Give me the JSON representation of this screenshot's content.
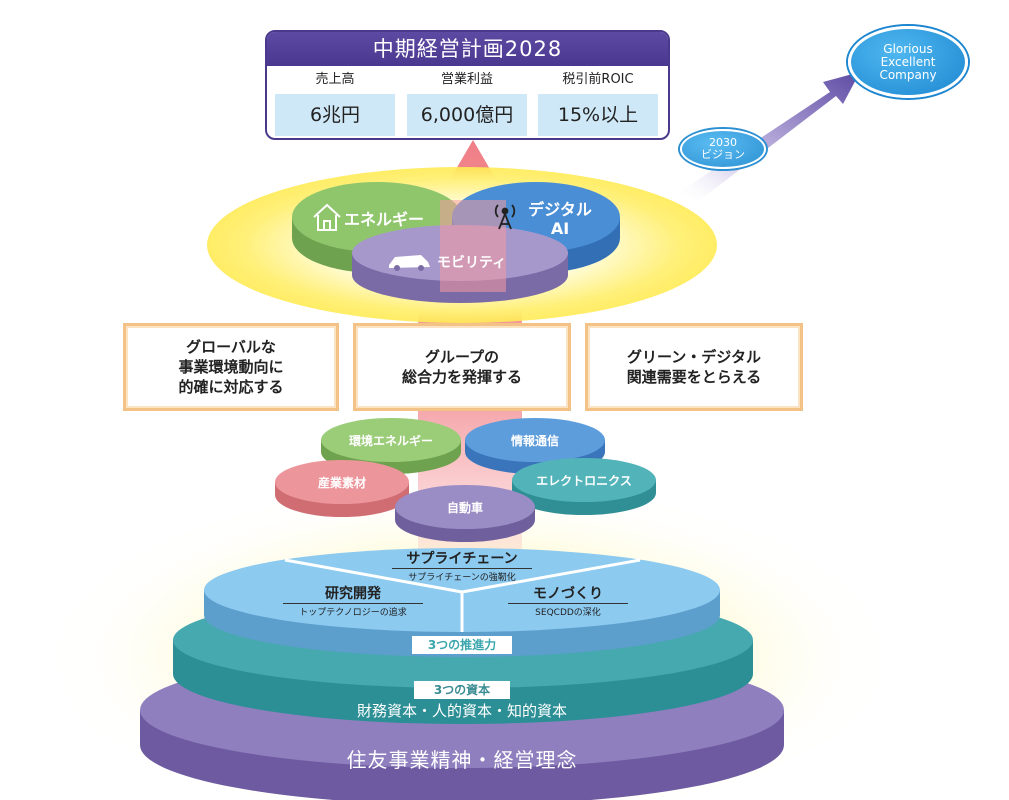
{
  "plan": {
    "title": "中期経営計画2028",
    "kpis": [
      {
        "label": "売上高",
        "value": "6兆円"
      },
      {
        "label": "営業利益",
        "value": "6,000億円"
      },
      {
        "label": "税引前ROIC",
        "value": "15%以上"
      }
    ]
  },
  "vision": {
    "badge": "2030\nビジョン",
    "goal": "Glorious\nExcellent\nCompany"
  },
  "growth_fields": {
    "energy": "エネルギー",
    "digital_ai": "デジタル\nAI",
    "mobility": "モビリティ"
  },
  "strategies": [
    "グローバルな\n事業環境動向に\n的確に対応する",
    "グループの\n総合力を発揮する",
    "グリーン・デジタル\n関連需要をとらえる"
  ],
  "segments": {
    "env_energy": "環境エネルギー",
    "info_comm": "情報通信",
    "industrial_materials": "産業素材",
    "electronics": "エレクトロニクス",
    "automotive": "自動車"
  },
  "drivers": {
    "supply_chain": {
      "title": "サプライチェーン",
      "sub": "サプライチェーンの強靭化"
    },
    "rnd": {
      "title": "研究開発",
      "sub": "トップテクノロジーの追求"
    },
    "monozukuri": {
      "title": "モノづくり",
      "sub": "SEQCDDの深化"
    },
    "tag": "3つの推進力"
  },
  "capitals": {
    "tag": "3つの資本",
    "list": "財務資本・人的資本・知的資本"
  },
  "foundation": "住友事業精神・経営理念",
  "colors": {
    "purple": "#4b3a8c",
    "teal": "#3aa6ad",
    "light_blue": "#8ccaf0",
    "green": "#8fc66c",
    "blue": "#4a8fd6",
    "pink": "#ec8f95",
    "orange_border": "#f3c287",
    "yellow_glow": "#fff07a"
  },
  "icons": {
    "energy": "house-icon",
    "digital": "antenna-icon",
    "mobility": "car-icon"
  }
}
